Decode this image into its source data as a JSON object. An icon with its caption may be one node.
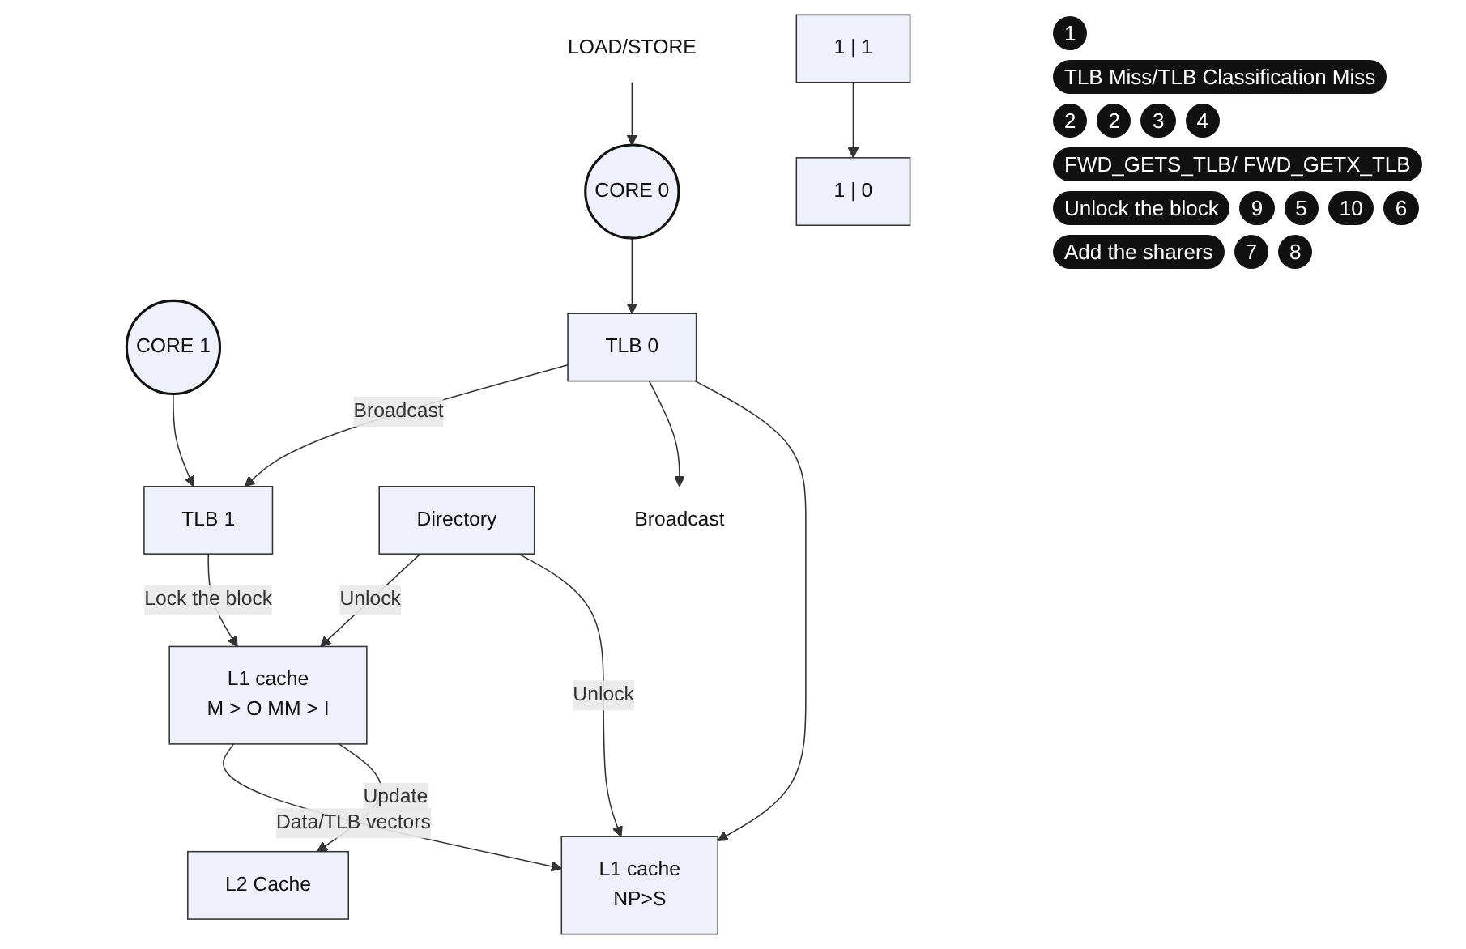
{
  "diagram": {
    "nodes": [
      {
        "text": [
          "LOAD/STORE"
        ]
      },
      {
        "text": [
          "CORE 1"
        ]
      },
      {
        "text": [
          "CORE 0"
        ]
      },
      {
        "text": [
          "TLB 1"
        ]
      },
      {
        "text": [
          "TLB 0"
        ]
      },
      {
        "text": [
          "L1 cache",
          "M > O MM > I"
        ]
      },
      {
        "text": [
          "L1 cache",
          "NP>S"
        ]
      },
      {
        "text": [
          "L2 Cache"
        ]
      },
      {
        "text": [
          "Directory"
        ]
      },
      {
        "text": [
          "1 | 1"
        ]
      },
      {
        "text": [
          "1 | 0"
        ]
      },
      {
        "text": [
          "Broadcast"
        ]
      }
    ],
    "edges": [
      {
        "from": 0,
        "to": 2,
        "arrow": "to"
      },
      {
        "from": 1,
        "to": 3,
        "arrow": "to"
      },
      {
        "from": 2,
        "to": 4,
        "arrow": "to"
      },
      {
        "from": 4,
        "to": 3,
        "arrow": "to",
        "label": "Broadcast"
      },
      {
        "from": 4,
        "to": 11,
        "arrow": "to"
      },
      {
        "from": 3,
        "to": 5,
        "arrow": "to",
        "label": "Lock the block"
      },
      {
        "from": 4,
        "to": 6,
        "arrow": "to"
      },
      {
        "from": 5,
        "to": 6,
        "arrow": "to",
        "label": "Data/TLB vectors"
      },
      {
        "from": 5,
        "to": 7,
        "arrow": "to",
        "label": "Update"
      },
      {
        "from": 8,
        "to": 5,
        "arrow": "to",
        "label": "Unlock"
      },
      {
        "from": 8,
        "to": 6,
        "arrow": "to",
        "label": "Unlock"
      },
      {
        "from": 9,
        "to": 10,
        "arrow": "to"
      }
    ],
    "labels": [
      "1",
      "TLB Miss/TLB Classification Miss",
      "2",
      "2",
      "3",
      "4",
      "FWD_GETS_TLB/ FWD_GETX_TLB",
      "Unlock the block",
      "9",
      "5",
      "10",
      "6",
      "Add the sharers",
      "7",
      "8"
    ]
  }
}
